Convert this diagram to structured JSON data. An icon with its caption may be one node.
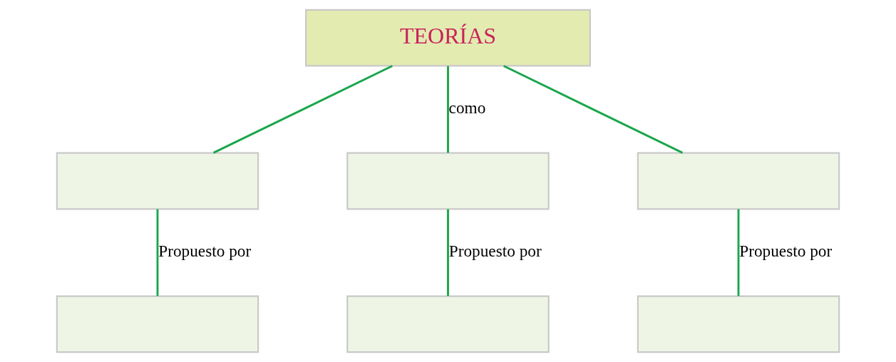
{
  "diagram": {
    "nodes": [
      {
        "text": [
          "TEORÍAS"
        ]
      },
      {
        "text": [],
        "shape": "box"
      },
      {
        "text": [],
        "shape": "box"
      },
      {
        "text": [],
        "shape": "box"
      },
      {
        "text": [],
        "shape": "box"
      },
      {
        "text": [],
        "shape": "box"
      },
      {
        "text": [],
        "shape": "box"
      }
    ],
    "edges": [
      {
        "from": 0,
        "to": 1,
        "arrow": "none"
      },
      {
        "from": 0,
        "to": 2,
        "arrow": "none",
        "label": "como"
      },
      {
        "from": 0,
        "to": 3,
        "arrow": "none"
      },
      {
        "from": 1,
        "to": 4,
        "arrow": "none",
        "label": "Propuesto por"
      },
      {
        "from": 2,
        "to": 5,
        "arrow": "none",
        "label": "Propuesto por"
      },
      {
        "from": 3,
        "to": 6,
        "arrow": "none",
        "label": "Propuesto por"
      }
    ]
  }
}
